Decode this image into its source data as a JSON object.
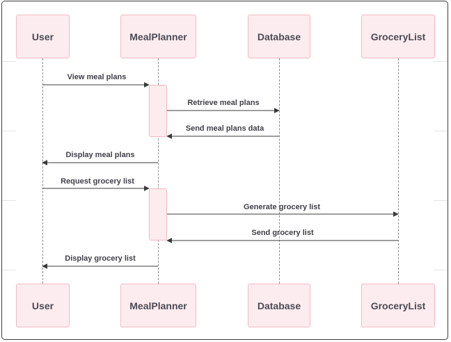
{
  "participants": [
    {
      "id": "user",
      "label": "User"
    },
    {
      "id": "mealplanner",
      "label": "MealPlanner"
    },
    {
      "id": "database",
      "label": "Database"
    },
    {
      "id": "grocerylist",
      "label": "GroceryList"
    }
  ],
  "messages": [
    {
      "label": "View meal plans",
      "from": "user",
      "to": "mealplanner"
    },
    {
      "label": "Retrieve meal plans",
      "from": "mealplanner",
      "to": "database"
    },
    {
      "label": "Send meal plans data",
      "from": "database",
      "to": "mealplanner"
    },
    {
      "label": "Display meal plans",
      "from": "mealplanner",
      "to": "user"
    },
    {
      "label": "Request grocery list",
      "from": "user",
      "to": "mealplanner"
    },
    {
      "label": "Generate grocery list",
      "from": "mealplanner",
      "to": "grocerylist"
    },
    {
      "label": "Send grocery list",
      "from": "grocerylist",
      "to": "mealplanner"
    },
    {
      "label": "Display grocery list",
      "from": "mealplanner",
      "to": "user"
    }
  ]
}
